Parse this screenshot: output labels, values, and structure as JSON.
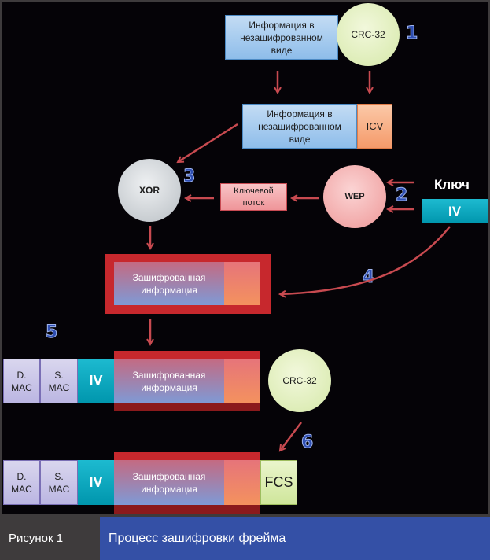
{
  "diagram": {
    "step1": {
      "plaintext_label": "Информация в\nнезашифрованном\nвиде",
      "crc_label": "CRC-32",
      "number": "1"
    },
    "step_icv": {
      "plaintext_label": "Информация в\nнезашифрованном\nвиде",
      "icv_label": "ICV"
    },
    "step2": {
      "wep_label": "WEP",
      "number": "2",
      "key_label": "Ключ",
      "iv_label": "IV"
    },
    "step3": {
      "xor_label": "XOR",
      "number": "3",
      "keystream_label": "Ключевой\nпоток"
    },
    "step4": {
      "encrypted_label": "Зашифрованная информация",
      "number": "4"
    },
    "step5": {
      "number": "5",
      "dmac_label": "D.\nMAC",
      "smac_label": "S.\nMAC",
      "iv_label": "IV",
      "encrypted_label": "Зашифрованная\nинформация",
      "crc_label": "CRC-32"
    },
    "step6": {
      "number": "6",
      "dmac_label": "D.\nMAC",
      "smac_label": "S.\nMAC",
      "iv_label": "IV",
      "encrypted_label": "Зашифрованная\nинформация",
      "fcs_label": "FCS"
    }
  },
  "caption": {
    "figure_label": "Рисунок 1",
    "title": "Процесс зашифровки фрейма"
  },
  "colors": {
    "background": "#050307",
    "arrow": "#c84a50",
    "number": "#2f4fb2",
    "caption_bar": "#3450a6"
  }
}
